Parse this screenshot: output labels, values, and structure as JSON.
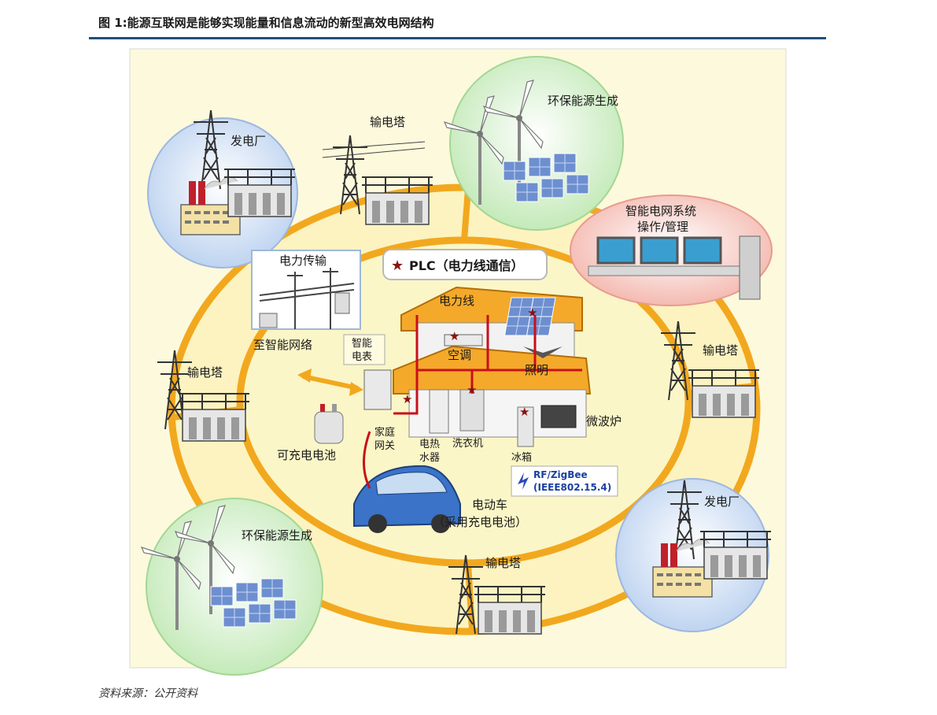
{
  "figure_title": "图 1:能源互联网是能够实现能量和信息流动的新型高效电网结构",
  "source": "资料来源：公开资料",
  "labels": {
    "power_plant_top": "发电厂",
    "tower_top": "输电塔",
    "green_top": "环保能源生成",
    "smart_grid_line1": "智能电网系统",
    "smart_grid_line2": "操作/管理",
    "transmission": "电力传输",
    "plc": "PLC（电力线通信）",
    "power_line": "电力线",
    "ac": "空调",
    "lighting": "照明",
    "to_smart_network": "至智能网络",
    "smart_meter_line1": "智能",
    "smart_meter_line2": "电表",
    "tower_left": "输电塔",
    "tower_right": "输电塔",
    "home_gateway_line1": "家庭",
    "home_gateway_line2": "网关",
    "water_heater_line1": "电热",
    "water_heater_line2": "水器",
    "washer": "洗衣机",
    "fridge": "冰箱",
    "microwave": "微波炉",
    "battery": "可充电电池",
    "rf_line1": "RF/ZigBee",
    "rf_line2": "(IEEE802.15.4)",
    "ev_line1": "电动车",
    "ev_line2": "（采用充电电池）",
    "green_bottom": "环保能源生成",
    "tower_bottom": "输电塔",
    "power_plant_bottom": "发电厂"
  },
  "colors": {
    "title_rule": "#1f4e79",
    "ring": "#f2a81e",
    "inner_fill": "#fbf6c7",
    "outer_fill": "#fdf8d8",
    "plant_bubble": "#c9dcf4",
    "green_bubble": "#cdeec3",
    "smart_bubble": "#f6c8c0",
    "house_roof": "#f4a92a",
    "power_line": "#c8101a"
  }
}
